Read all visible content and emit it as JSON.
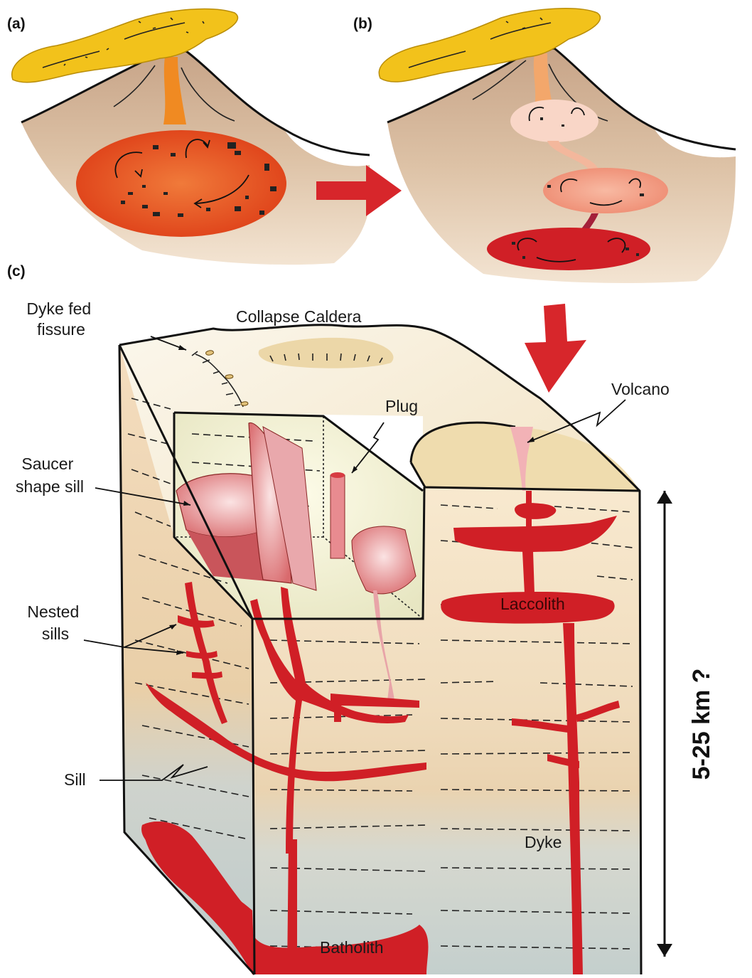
{
  "panels": {
    "a": "(a)",
    "b": "(b)",
    "c": "(c)"
  },
  "labels": {
    "dyke_fed_fissure": [
      "Dyke fed",
      "fissure"
    ],
    "collapse_caldera": "Collapse Caldera",
    "plug": "Plug",
    "volcano": "Volcano",
    "saucer_shape_sill": [
      "Saucer",
      "shape sill"
    ],
    "nested_sills": [
      "Nested",
      "sills"
    ],
    "sill": "Sill",
    "laccolith": "Laccolith",
    "dyke": "Dyke",
    "batholith": "Batholith",
    "depth_scale": "5-25 km ?"
  },
  "colors": {
    "magma": "#d01f26",
    "lava": "#f2c21b",
    "chamber_a": "#e8521f",
    "crust_light": "#f6e6c8",
    "crust_deep": "#c8d1cf",
    "arrow": "#d7262b"
  }
}
